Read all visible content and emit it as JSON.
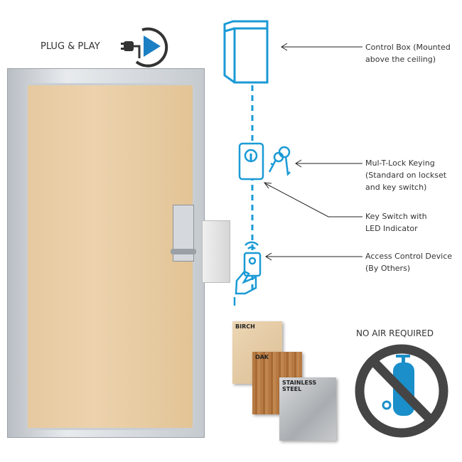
{
  "header": {
    "plug_play": "PLUG & PLAY"
  },
  "callouts": [
    {
      "line1": "Control Box (Mounted",
      "line2": "above the ceiling)"
    },
    {
      "line1": "Mul-T-Lock Keying",
      "line2": "(Standard on lockset",
      "line3": "and key switch)"
    },
    {
      "line1": "Key Switch with",
      "line2": "LED Indicator"
    },
    {
      "line1": "Access Control Device",
      "line2": "(By Others)"
    }
  ],
  "finishes": [
    {
      "label": "BIRCH"
    },
    {
      "label": "OAK"
    },
    {
      "label": "STAINLESS STEEL"
    }
  ],
  "no_air": {
    "label": "NO AIR REQUIRED"
  },
  "colors": {
    "accent": "#1a9ad6",
    "dark": "#454545",
    "play": "#1b7fc4"
  }
}
